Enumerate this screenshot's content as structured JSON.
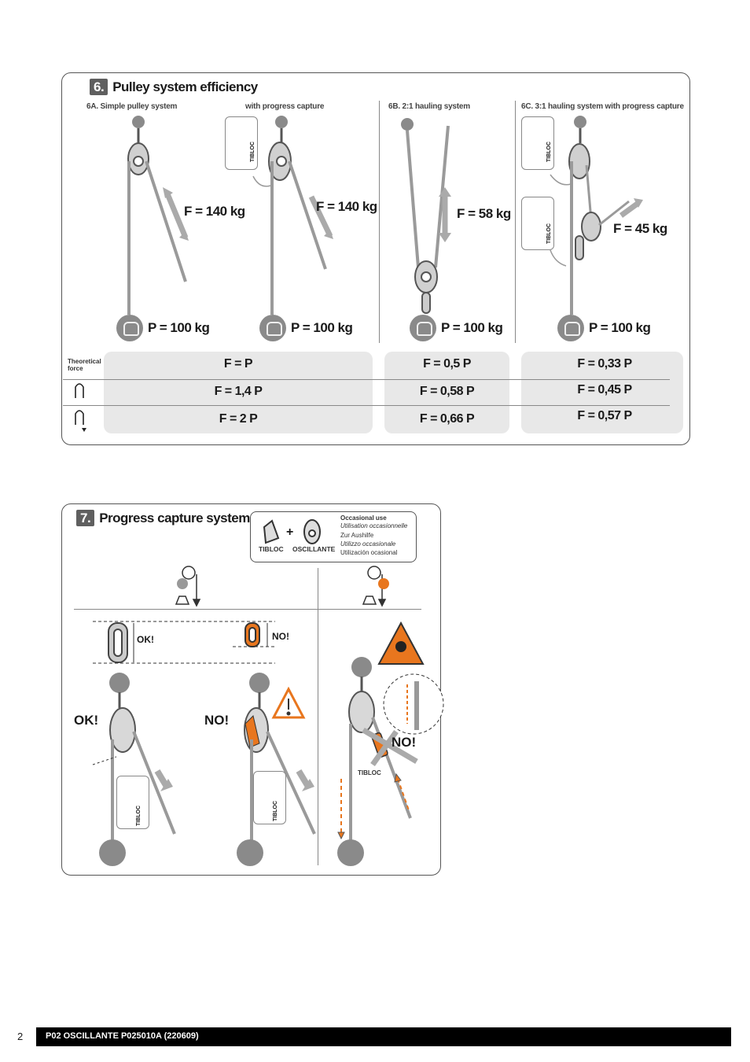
{
  "section6": {
    "number": "6.",
    "title": "Pulley system efficiency",
    "sub_6a": "6A. Simple pulley system",
    "sub_6a_pc": "with progress capture",
    "sub_6b": "6B. 2:1 hauling system",
    "sub_6c": "6C. 3:1 hauling system with progress capture",
    "forces": {
      "f_6a": "F = 140 kg",
      "f_6a_pc": "F = 140 kg",
      "f_6b": "F = 58 kg",
      "f_6c": "F = 45 kg"
    },
    "loads": {
      "p_6a": "P = 100 kg",
      "p_6a_pc": "P = 100 kg",
      "p_6b": "P = 100 kg",
      "p_6c": "P = 100 kg"
    },
    "tibloc_label": "TIBLOC",
    "table": {
      "row_label": "Theoretical force",
      "col_a": [
        "F = P",
        "F = 1,4 P",
        "F = 2 P"
      ],
      "col_b": [
        "F = 0,5 P",
        "F = 0,58 P",
        "F = 0,66 P"
      ],
      "col_c": [
        "F = 0,33 P",
        "F = 0,45 P",
        "F = 0,57 P"
      ]
    }
  },
  "section7": {
    "number": "7.",
    "title": "Progress capture systems",
    "legend": {
      "plus": "+",
      "tibloc": "TIBLOC",
      "oscillante": "OSCILLANTE",
      "lines": [
        "Occasional use",
        "Utilisation occasionnelle",
        "Zur Aushilfe",
        "Utilizzo occasionale",
        "Utilización ocasional"
      ]
    },
    "ok": "OK!",
    "no": "NO!",
    "ok_small": "OK!",
    "no_small": "NO!",
    "no_right": "NO!",
    "tibloc_label": "TIBLOC"
  },
  "footer": {
    "page_number": "2",
    "doc_ref": "P02 OSCILLANTE P025010A (220609)"
  },
  "colors": {
    "accent_orange": "#e8761e",
    "grey_box": "#e8e8e8",
    "footer_bg": "#000000"
  }
}
